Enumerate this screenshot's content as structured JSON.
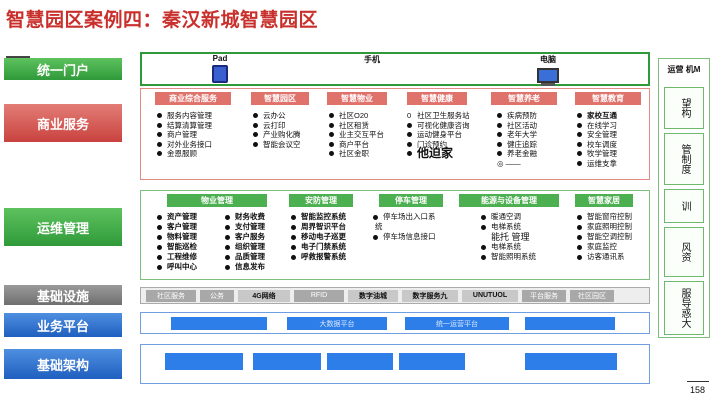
{
  "title": "智慧园区案例四：秦汉新城智慧园区",
  "page_number": "158",
  "categories": {
    "portal": "统一门户",
    "business": "商业服务",
    "ops": "运维管理",
    "infra": "基础设施",
    "platform": "业务平台",
    "arch": "基础架构"
  },
  "portal": {
    "items": [
      {
        "label": "Pad",
        "icon": "tablet-icon"
      },
      {
        "label": "手机",
        "icon": "phone-icon"
      },
      {
        "label": "电脑",
        "icon": "computer-icon"
      }
    ]
  },
  "business": {
    "headers": [
      "商业综合服务",
      "智慧园区",
      "智慧物业",
      "智慧健康",
      "智慧养老",
      "智慧教育"
    ],
    "col1": [
      "服务内容管理",
      "结算清算管理",
      "商户管理",
      "对外业务接口",
      "金恩服顾"
    ],
    "col2": [
      "云办公",
      "云打印",
      "产业购化腾",
      "智能会议空"
    ],
    "col3": [
      "社区O20",
      "社区租赁",
      "业主交互平台",
      "商户平台",
      "社区金职"
    ],
    "col4": [
      "社区卫生服务站",
      "可视化健康咨询",
      "运动健身平台",
      "门诊预约",
      "他迫家"
    ],
    "col4_marker": "0",
    "col5": [
      "疾病预防",
      "社区活动",
      "老年大学",
      "健庄追踪",
      "养老金融"
    ],
    "col5_extra": "◎ ——",
    "col6": [
      "家校互通",
      "在线学习",
      "安全管理",
      "校车调度",
      "牧学管理",
      "运维支拿"
    ]
  },
  "ops": {
    "headers": [
      "物业管理",
      "安防管理",
      "停车管理",
      "能源与设备管理",
      "智慧家居"
    ],
    "col1": [
      "资产管理",
      "客户管理",
      "物料管理",
      "智能巡检",
      "工程维修",
      "呼叫中心"
    ],
    "col2": [
      "财务收费",
      "支付管理",
      "客户服务",
      "组织管理",
      "品质管理",
      "信息发布"
    ],
    "col3": [
      "智能监控系统",
      "周界智识平台",
      "移动电子巡更",
      "电子门禁系统",
      "呼救报警系统"
    ],
    "col4": [
      "停车场出入口系",
      "统",
      "停车场信息接口"
    ],
    "col5": [
      "暖通空调",
      "电梯系统",
      "能托 管理",
      "电梯系统",
      "智能照明系统"
    ],
    "col6": [
      "智能窗帘控制",
      "家庭照明控制",
      "智能空调控制",
      "家庭监控",
      "访客通讯系"
    ]
  },
  "infra": {
    "items": [
      "社区服务",
      "公务",
      "4G网络",
      "RFID",
      "数字油城",
      "数字服务九",
      "UNUTUOL",
      "平台服务",
      "社区园区"
    ]
  },
  "platform": {
    "items": [
      "",
      "大数据平台",
      "统一运营平台",
      ""
    ]
  },
  "right": {
    "title": "运营 机M",
    "boxes": [
      "望构",
      "管制度",
      "训",
      "风资",
      "服导惑大"
    ]
  },
  "colors": {
    "title": "#c9302c",
    "business_accent": "#e0726c",
    "ops_accent": "#4caf50",
    "platform_accent": "#2d7ee8"
  }
}
